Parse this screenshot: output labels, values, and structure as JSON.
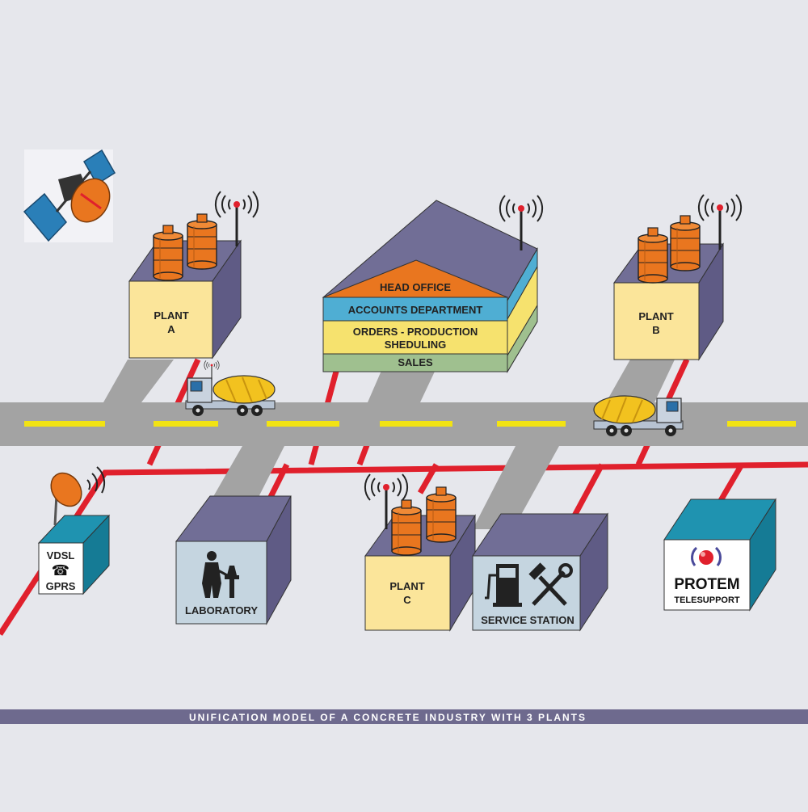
{
  "colors": {
    "background": "#e6e7ec",
    "road": "#a3a3a3",
    "road_marking": "#f2e313",
    "network_cable": "#e0202c",
    "building_side": "#716e96",
    "building_face_yellow": "#fbe59a",
    "building_face_gray": "#c5d5e0",
    "teal_box": "#1f93b0",
    "tank_orange": "#e9761f",
    "footer_band": "#6e6a8e"
  },
  "plants": {
    "a": {
      "label_line1": "PLANT",
      "label_line2": "A"
    },
    "b": {
      "label_line1": "PLANT",
      "label_line2": "B"
    },
    "c": {
      "label_line1": "PLANT",
      "label_line2": "C"
    }
  },
  "head_office": {
    "roof_label": "HEAD OFFICE",
    "accounts_label": "ACCOUNTS DEPARTMENT",
    "orders_line1": "ORDERS - PRODUCTION",
    "orders_line2": "SHEDULING",
    "sales_label": "SALES"
  },
  "laboratory": {
    "label": "LABORATORY"
  },
  "service_station": {
    "label": "SERVICE STATION"
  },
  "comms": {
    "line1": "VDSL",
    "line2": "GPRS",
    "phone_glyph": "☎"
  },
  "protem": {
    "brand": "PROTEM",
    "subtitle": "TELESUPPORT"
  },
  "icons": [
    "satellite-icon",
    "satellite-dish-icon",
    "antenna-icon",
    "tank-icon",
    "truck-icon",
    "scientist-icon",
    "fuel-pump-icon",
    "wrench-icon",
    "hammer-icon",
    "phone-icon",
    "protem-logo-icon"
  ],
  "footer": {
    "caption": "UNIFICATION MODEL OF A CONCRETE INDUSTRY WITH 3 PLANTS"
  }
}
